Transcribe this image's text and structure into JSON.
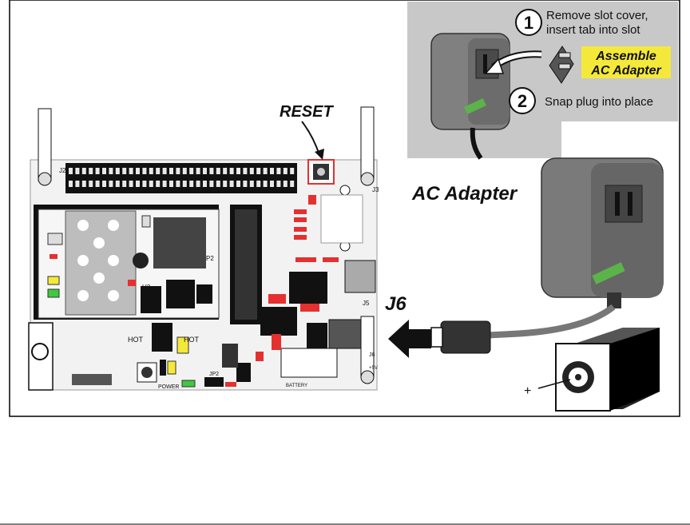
{
  "labels": {
    "reset": "RESET",
    "ac_adapter": "AC Adapter",
    "j6": "J6",
    "plus": "+",
    "assemble_line1": "Assemble",
    "assemble_line2": "AC Adapter"
  },
  "steps": [
    {
      "number": "1",
      "line1": "Remove slot cover,",
      "line2": "insert tab into slot"
    },
    {
      "number": "2",
      "line1": "Snap plug into place",
      "line2": ""
    }
  ],
  "board_text": {
    "j2": "J2",
    "j3": "J3",
    "j5": "J5",
    "j6": "J6",
    "u3": "U3",
    "p2": "P2",
    "s2_reset": "RESET",
    "power": "POWER",
    "hot1": "HOT",
    "hot2": "HOT",
    "jp2": "JP2",
    "battery": "BATTERY",
    "plus5v": "+5V"
  },
  "colors": {
    "grey_panel": "#c8c8c8",
    "assemble_bg": "#f4e93a",
    "board_fill": "#f2f2f2",
    "reset_highlight": "#e53030",
    "led_green": "#3fc83f",
    "led_yellow": "#f4e93a"
  }
}
